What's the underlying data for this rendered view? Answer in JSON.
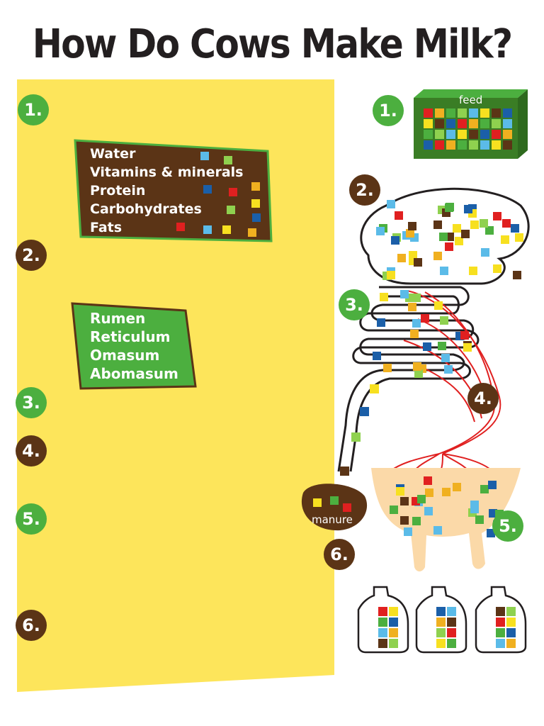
{
  "title": "How Do Cows Make Milk?",
  "left_steps": [
    "1.",
    "2.",
    "3.",
    "4.",
    "5.",
    "6."
  ],
  "right_steps": [
    "1.",
    "2.",
    "3.",
    "4.",
    "5.",
    "6."
  ],
  "nutrients": [
    "Water",
    "Vitamins & minerals",
    "Protein",
    "Carbohydrates",
    "Fats"
  ],
  "stomach_parts": [
    "Rumen",
    "Reticulum",
    "Omasum",
    "Abomasum"
  ],
  "feed_label": "feed",
  "manure_label": "manure",
  "colors": {
    "green": "#4caf3f",
    "brown": "#5b3416",
    "yellow_panel": "#fde55b",
    "red_vessel": "#e02020",
    "udder": "#fbd9a8",
    "feed_box": "#3a7d25"
  }
}
